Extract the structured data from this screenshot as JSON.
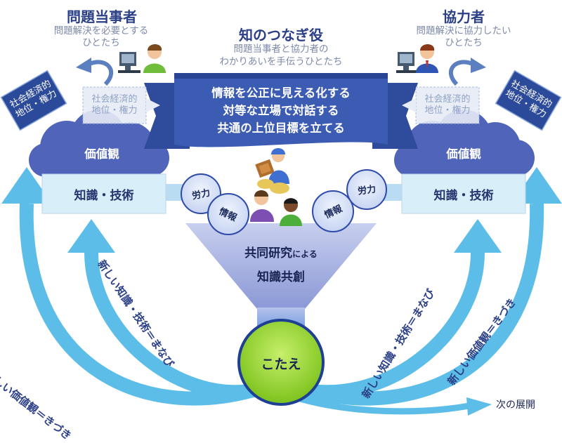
{
  "left_party": {
    "title": "問題当事者",
    "desc_line1": "問題解決を必要とする",
    "desc_line2": "ひとたち",
    "dark_box": "社会経済的\n地位・権力",
    "faded_box": "社会経済的\n地位・権力",
    "cloud": "価値観",
    "knowledge": "知識・技術"
  },
  "right_party": {
    "title": "協力者",
    "desc_line1": "問題解決に協力したい",
    "desc_line2": "ひとたち",
    "dark_box": "社会経済的\n地位・権力",
    "faded_box": "社会経済的\n地位・権力",
    "cloud": "価値観",
    "knowledge": "知識・技術"
  },
  "center": {
    "title": "知のつなぎ役",
    "desc_line1": "問題当事者と協力者の",
    "desc_line2": "わかりあいを手伝うひとたち",
    "banner_line1": "情報を公正に見える化する",
    "banner_line2": "対等な立場で対話する",
    "banner_line3": "共通の上位目標を立てる"
  },
  "bubbles": {
    "labor_left": "労力",
    "info_left": "情報",
    "labor_right": "労力",
    "info_right": "情報"
  },
  "funnel": {
    "line1_main": "共同研究",
    "line1_small": "による",
    "line2": "知識共創"
  },
  "answer": "こたえ",
  "next": "次の展開",
  "arrows": {
    "left_outer": "新しい価値観＝きづき",
    "left_inner": "新しい知識・技術＝まなび",
    "right_inner": "新しい知識・技術＝まなび",
    "right_outer": "新しい価値観＝きづき"
  },
  "colors": {
    "title_navy": "#2b3f86",
    "banner_blue": "#3c5bb3",
    "cloud_blue": "#5064b9",
    "arrow_light_blue": "#5bbde8",
    "answer_green": "#8fd12a"
  }
}
